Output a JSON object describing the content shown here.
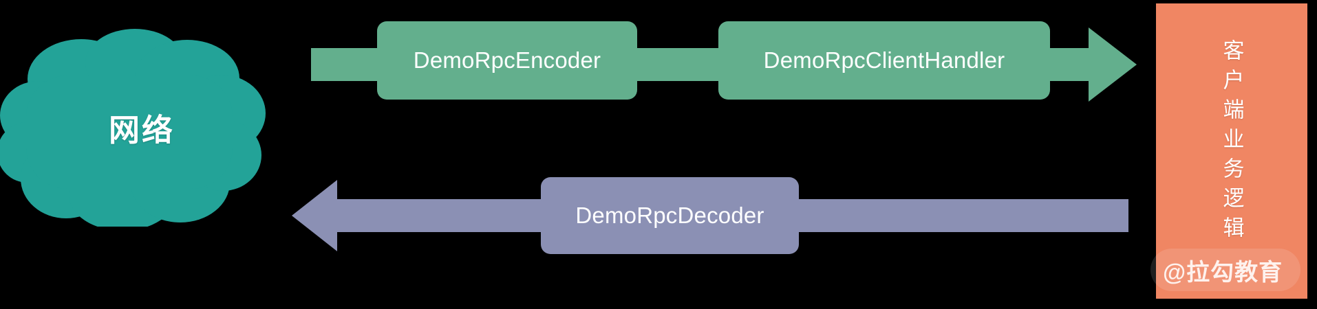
{
  "diagram": {
    "title": "Netty RPC client pipeline diagram",
    "background_color": "#000000",
    "colors": {
      "cloud_teal": "#23A398",
      "outbound_green": "#63AF8D",
      "inbound_purple": "#8B90B4",
      "client_orange": "#F08663",
      "text_white": "#FFFFFF"
    }
  },
  "cloud": {
    "label": "网络",
    "icon": "cloud-icon",
    "fill": "#23A398"
  },
  "outbound": {
    "direction": "right",
    "color": "#63AF8D",
    "boxes": [
      {
        "label": "DemoRpcEncoder"
      },
      {
        "label": "DemoRpcClientHandler"
      }
    ]
  },
  "inbound": {
    "direction": "left",
    "color": "#8B90B4",
    "boxes": [
      {
        "label": "DemoRpcDecoder"
      }
    ]
  },
  "client_panel": {
    "label": "客户端业务逻辑",
    "color": "#F08663"
  },
  "watermark": {
    "text": "@拉勾教育"
  }
}
